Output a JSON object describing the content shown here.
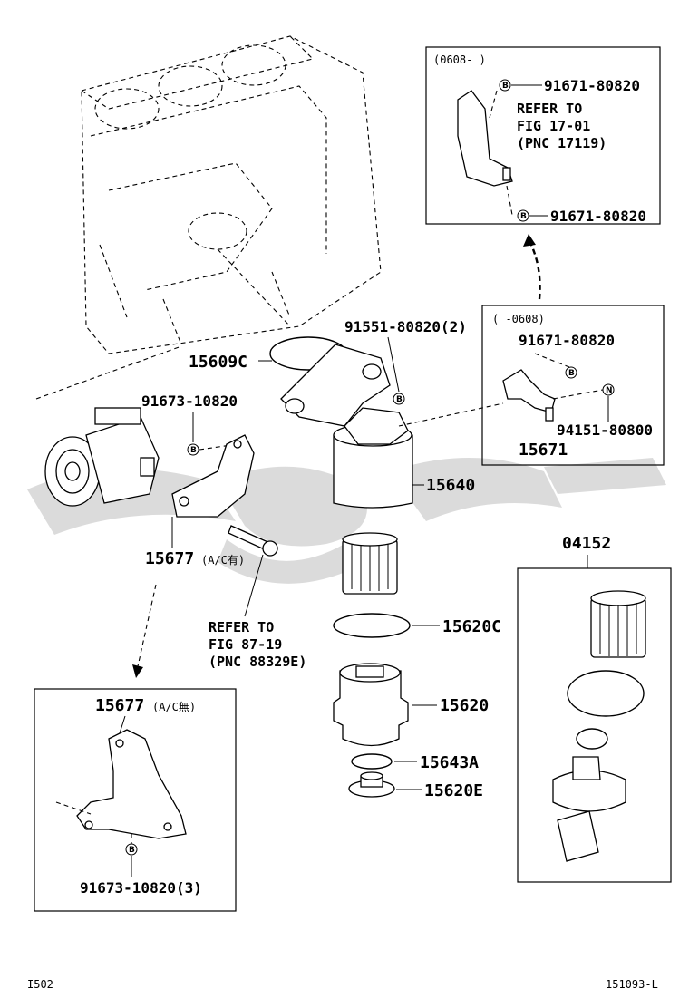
{
  "diagram": {
    "footer_left": "I502",
    "footer_right": "151093-L",
    "engine_block_label": "15609C",
    "labels": {
      "p15609C": "15609C",
      "p91551": "91551-80820(2)",
      "p91673a": "91673-10820",
      "p15640": "15640",
      "p15677": "15677",
      "p15677_suffix": "(A/C有)",
      "p15620C": "15620C",
      "p15620": "15620",
      "p15643A": "15643A",
      "p15620E": "15620E",
      "p04152": "04152"
    },
    "refer_a": {
      "line1": "REFER TO",
      "line2": "FIG 87-19",
      "line3": "(PNC 88329E)"
    },
    "inset_top_right": {
      "date_range": "(0608-    )",
      "bolt_top": "91671-80820",
      "refer_line1": "REFER TO",
      "refer_line2": "FIG 17-01",
      "refer_line3": "(PNC 17119)",
      "bolt_bottom": "91671-80820"
    },
    "inset_mid_right": {
      "date_range": "(    -0608)",
      "bolt": "91671-80820",
      "nut": "94151-80800",
      "part": "15671"
    },
    "inset_bottom_left": {
      "part": "15677",
      "part_suffix": "(A/C無)",
      "bolt": "91673-10820(3)"
    },
    "badges": {
      "b": "B",
      "n": "N"
    }
  }
}
